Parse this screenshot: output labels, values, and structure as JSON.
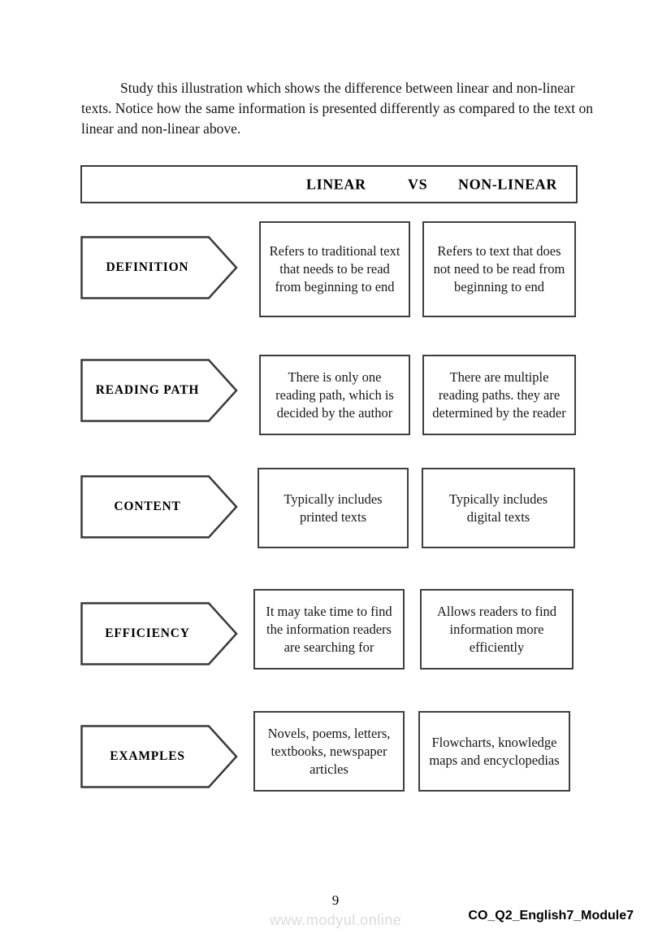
{
  "intro": {
    "paragraph": "Study this illustration which shows the difference between linear and non-linear texts. Notice how the same information is presented differently as compared to the text on linear and non-linear above."
  },
  "header": {
    "left_label": "LINEAR",
    "middle_label": "VS",
    "right_label": "NON-LINEAR"
  },
  "chart_data": {
    "type": "table",
    "title": "LINEAR VS NON-LINEAR",
    "columns": [
      "",
      "LINEAR",
      "NON-LINEAR"
    ],
    "rows": [
      {
        "category": "DEFINITION",
        "linear": "Refers to traditional text that needs to be read from beginning to end",
        "non_linear": "Refers to text that does not need to be read from beginning to end"
      },
      {
        "category": "READING PATH",
        "linear": "There is only one reading path, which is decided by the author",
        "non_linear": "There are multiple reading paths. they are determined by the reader"
      },
      {
        "category": "CONTENT",
        "linear": "Typically includes printed texts",
        "non_linear": "Typically includes digital texts"
      },
      {
        "category": "EFFICIENCY",
        "linear": "It may take time to find the information readers are searching for",
        "non_linear": "Allows readers to find information more efficiently"
      },
      {
        "category": "EXAMPLES",
        "linear": "Novels, poems, letters, textbooks, newspaper articles",
        "non_linear": "Flowcharts, knowledge maps and encyclopedias"
      }
    ]
  },
  "footer": {
    "page_number": "9",
    "watermark": "www.modyul.online",
    "module_code": "CO_Q2_English7_Module7"
  },
  "colors": {
    "page_background": "#ffffff",
    "text": "#000000",
    "border": "#3f3f3f",
    "watermark": "#dcdcdc"
  }
}
